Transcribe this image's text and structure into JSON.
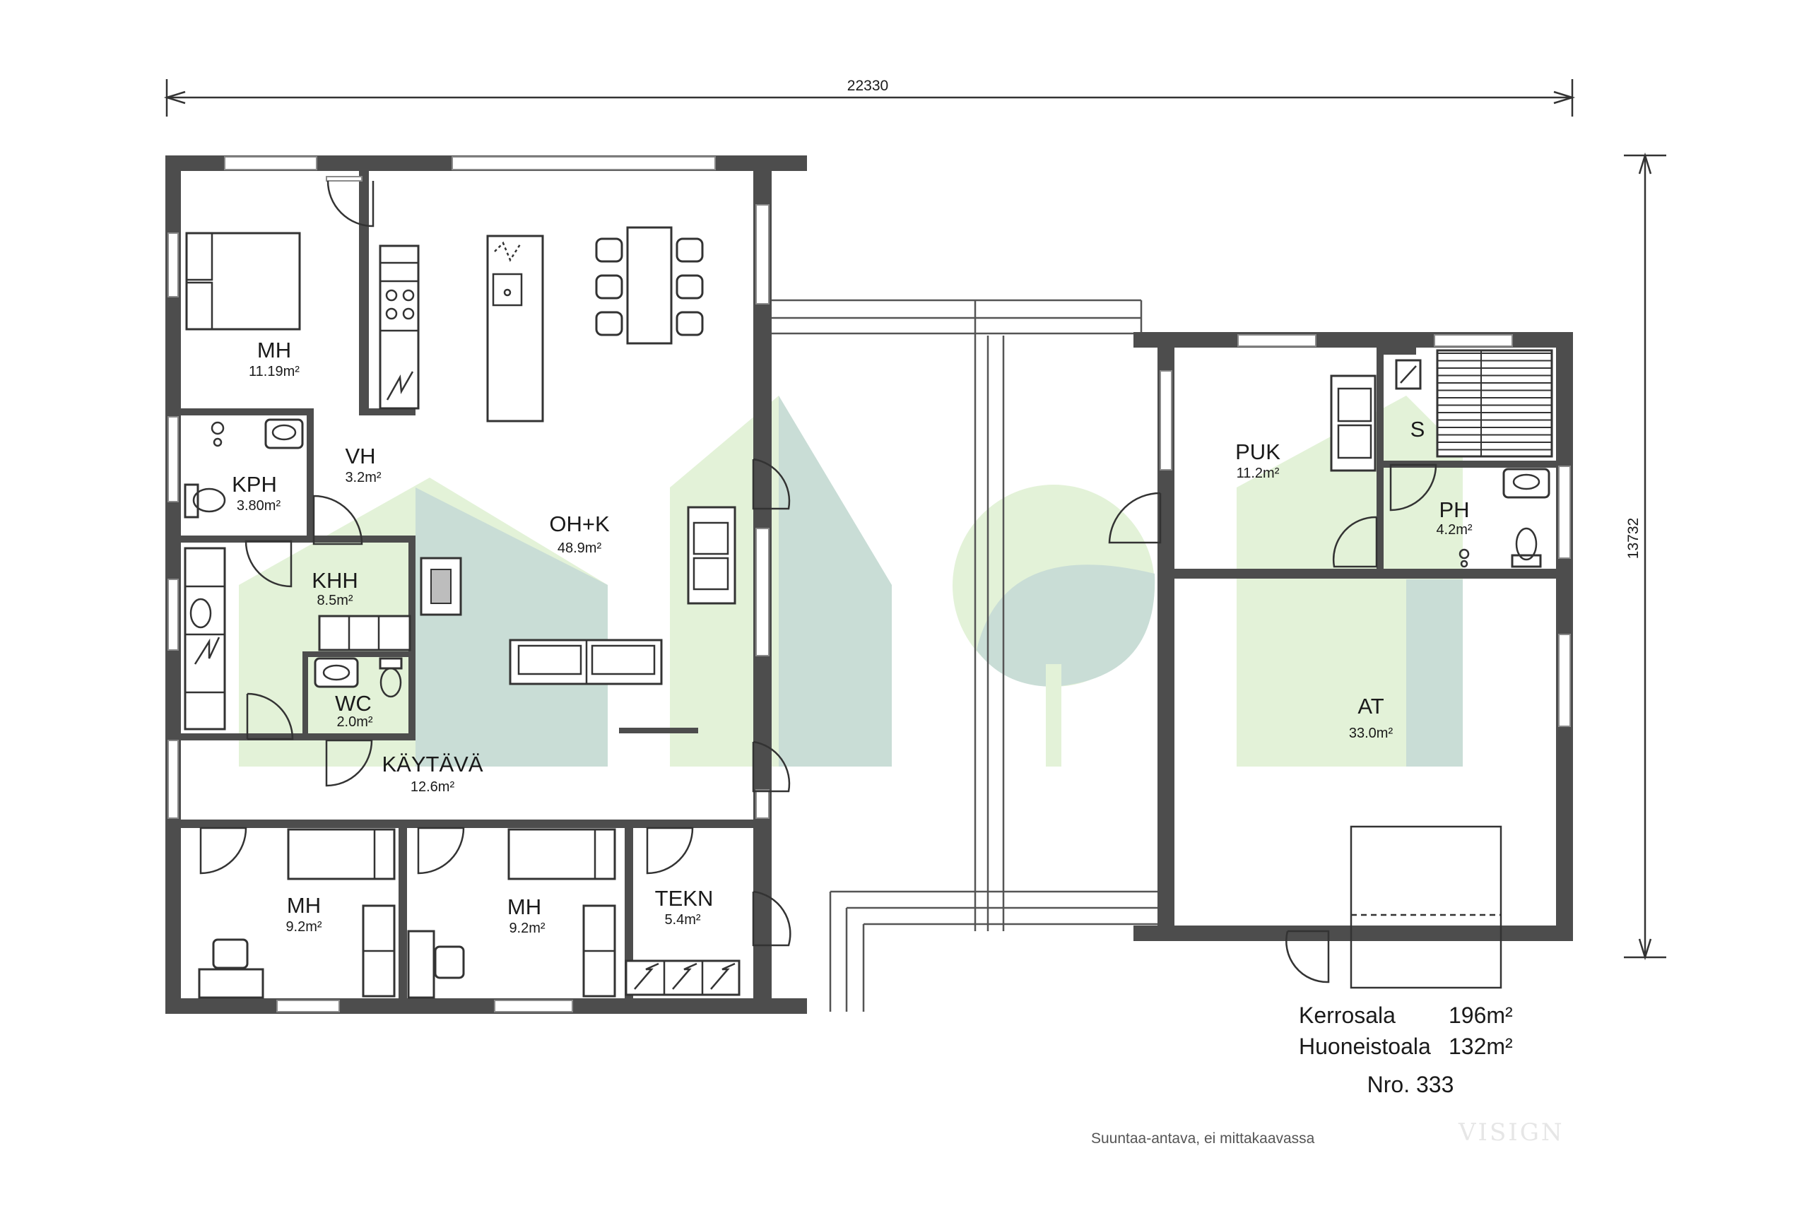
{
  "dimensions": {
    "width": "22330",
    "depth": "13732"
  },
  "rooms": {
    "mh1": {
      "name": "MH",
      "area": "11.19m²"
    },
    "kph": {
      "name": "KPH",
      "area": "3.80m²"
    },
    "vh": {
      "name": "VH",
      "area": "3.2m²"
    },
    "ohk": {
      "name": "OH+K",
      "area": "48.9m²"
    },
    "khh": {
      "name": "KHH",
      "area": "8.5m²"
    },
    "wc": {
      "name": "WC",
      "area": "2.0m²"
    },
    "kaytava": {
      "name": "KÄYTÄVÄ",
      "area": "12.6m²"
    },
    "mh2": {
      "name": "MH",
      "area": "9.2m²"
    },
    "mh3": {
      "name": "MH",
      "area": "9.2m²"
    },
    "tekn": {
      "name": "TEKN",
      "area": "5.4m²"
    },
    "puk": {
      "name": "PUK",
      "area": "11.2m²"
    },
    "s": {
      "name": "S"
    },
    "ph": {
      "name": "PH",
      "area": "4.2m²"
    },
    "at": {
      "name": "AT",
      "area": "33.0m²"
    }
  },
  "summary": {
    "kerrosala_label": "Kerrosala",
    "kerrosala_value": "196m²",
    "huoneistoala_label": "Huoneistoala",
    "huoneistoala_value": "132m²",
    "number": "Nro. 333"
  },
  "footer": {
    "note": "Suuntaa-antava, ei mittakaavassa",
    "brand": "VISIGN"
  },
  "colors": {
    "wall": "#4d4d4d",
    "watermark_green": "#e3f2d8",
    "watermark_teal": "#c9ddd6"
  },
  "icons": [
    "house-watermark",
    "tree-watermark"
  ]
}
